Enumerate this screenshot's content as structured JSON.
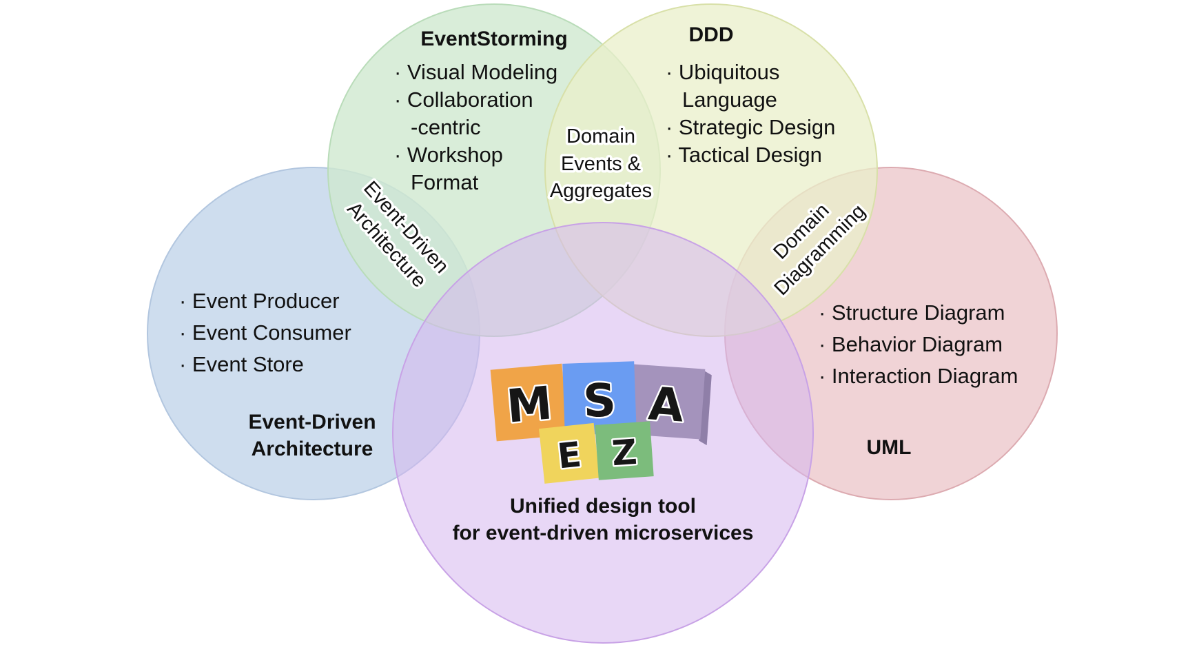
{
  "colors": {
    "eventstorming_fill": "#cfe9cf",
    "eventstorming_stroke": "#b9dcb9",
    "ddd_fill": "#eaefc9",
    "ddd_stroke": "#d8e0a8",
    "eda_fill": "#c9d9ec",
    "eda_stroke": "#b2c6df",
    "uml_fill": "#ecc8cc",
    "uml_stroke": "#dcaab0",
    "msaez_fill": "#d6b6ee",
    "msaez_stroke": "#c8a2e6",
    "logo_orange": "#f0a448",
    "logo_blue": "#6a9cf2",
    "logo_purple": "#a493bc",
    "logo_yellow": "#f0d45c",
    "logo_green": "#7cbc7c"
  },
  "eventstorming": {
    "title": "EventStorming",
    "items": [
      "· Visual Modeling",
      "· Collaboration",
      "-centric",
      "· Workshop",
      "Format"
    ]
  },
  "ddd": {
    "title": "DDD",
    "items": [
      "· Ubiquitous",
      "Language",
      "· Strategic Design",
      "· Tactical Design"
    ]
  },
  "eda": {
    "title_line1": "Event-Driven",
    "title_line2": "Architecture",
    "items": [
      "· Event Producer",
      "· Event Consumer",
      "· Event Store"
    ]
  },
  "uml": {
    "title": "UML",
    "items": [
      "· Structure Diagram",
      "· Behavior Diagram",
      "· Interaction Diagram"
    ]
  },
  "overlaps": {
    "es_ddd": [
      "Domain",
      "Events &",
      "Aggregates"
    ],
    "es_eda": [
      "Event-Driven",
      "Architecture"
    ],
    "ddd_uml": [
      "Domain",
      "Diagramming"
    ]
  },
  "msaez": {
    "logo_letters": [
      "M",
      "S",
      "A",
      "E",
      "Z"
    ],
    "tagline_line1": "Unified design tool",
    "tagline_line2": "for event-driven microservices"
  }
}
